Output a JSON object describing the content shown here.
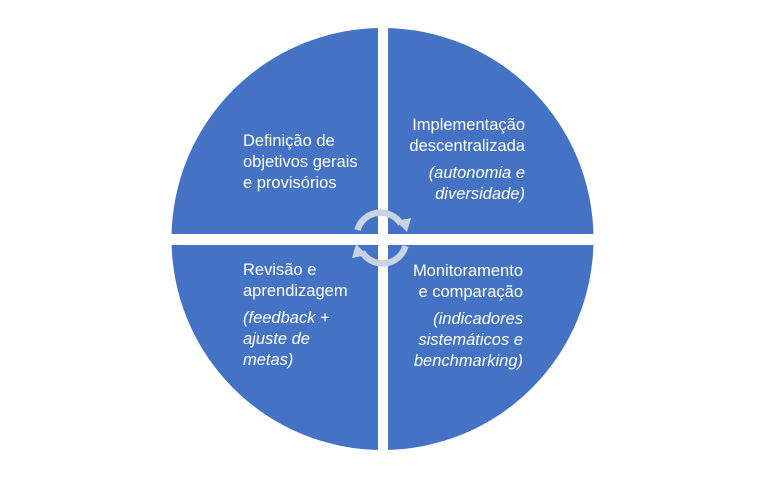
{
  "diagram": {
    "type": "cycle-quadrant",
    "colors": {
      "quadrant_fill": "#4472C4",
      "arrow": "#C9D3E6",
      "text": "#FFFFFF",
      "background": "#FFFFFF"
    },
    "quadrants": [
      {
        "position": "top-left",
        "title": "Definição de objetivos gerais e provisórios",
        "title_lines": [
          "Definição de",
          "objetivos gerais",
          "e provisórios"
        ],
        "subtitle_lines": []
      },
      {
        "position": "top-right",
        "title": "Implementação descentralizada",
        "title_lines": [
          "Implementação",
          "descentralizada"
        ],
        "subtitle_lines": [
          "(autonomia e",
          "diversidade)"
        ]
      },
      {
        "position": "bottom-right",
        "title": "Monitoramento e comparação",
        "title_lines": [
          "Monitoramento",
          "e comparação"
        ],
        "subtitle_lines": [
          "(indicadores",
          "sistemáticos e",
          "benchmarking)"
        ]
      },
      {
        "position": "bottom-left",
        "title": "Revisão e aprendizagem",
        "title_lines": [
          "Revisão e",
          "aprendizagem"
        ],
        "subtitle_lines": [
          "(feedback +",
          "ajuste de",
          "metas)"
        ]
      }
    ],
    "center_icon": "cycle-arrows-icon"
  }
}
